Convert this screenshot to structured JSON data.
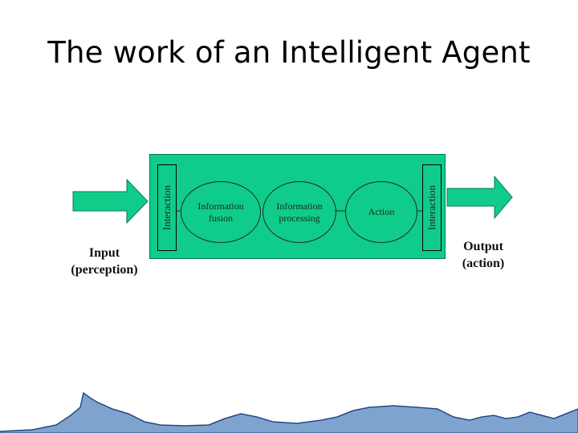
{
  "slide": {
    "title": "The work of an Intelligent Agent"
  },
  "diagram": {
    "input_label": [
      "Input",
      "(perception)"
    ],
    "output_label": [
      "Output",
      "(action)"
    ],
    "left_interaction": "Interaction",
    "right_interaction": "Interaction",
    "stages": [
      {
        "line1": "Information",
        "line2": "fusion"
      },
      {
        "line1": "Information",
        "line2": "processing"
      },
      {
        "line1": "Action",
        "line2": ""
      }
    ],
    "colors": {
      "box_fill": "#10cc8a",
      "arrow_fill": "#10cc8a",
      "mountain_fill": "#7fa3cf",
      "mountain_stroke": "#3e66a3"
    }
  }
}
